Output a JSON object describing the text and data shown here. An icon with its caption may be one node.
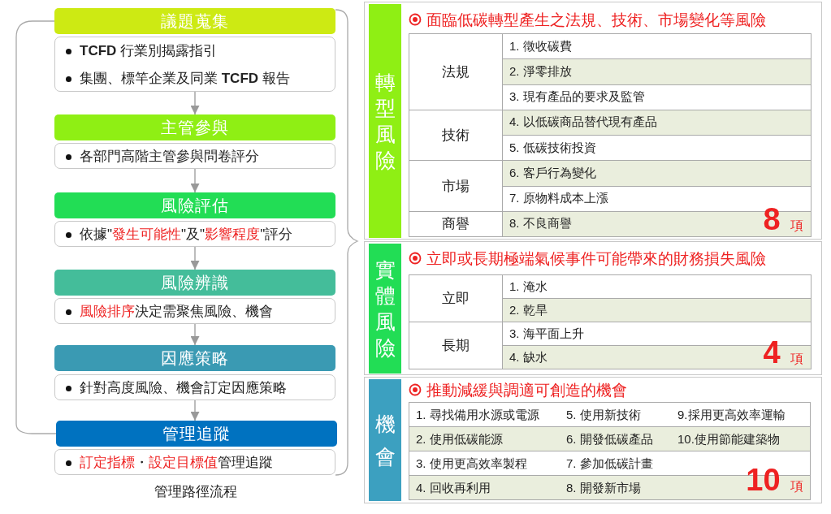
{
  "diagram": {
    "caption": "管理路徑流程",
    "nodes": [
      {
        "text": [
          "議題蒐集"
        ]
      },
      {
        "text": [
          "**TCFD** 行業別揭露指引",
          "集團、標竿企業及同業 **TCFD** 報告"
        ]
      },
      {
        "text": [
          "主管參與"
        ]
      },
      {
        "text": [
          "各部門高階主管參與問卷評分"
        ]
      },
      {
        "text": [
          "風險評估"
        ]
      },
      {
        "text": [
          "依據\"*發生可能性*\"及\"*影響程度*\"評分"
        ]
      },
      {
        "text": [
          "風險辨識"
        ]
      },
      {
        "text": [
          "風險排序",
          "決定需聚焦風險、機會"
        ]
      },
      {
        "text": [
          "因應策略"
        ]
      },
      {
        "text": [
          "針對高度風險、機會訂定因應策略"
        ]
      },
      {
        "text": [
          "管理追蹤"
        ]
      },
      {
        "text": [
          "*訂定指標*・*設定目標值*",
          "管理追蹤"
        ]
      },
      {
        "text": [
          "轉型風險",
          "面臨低碳轉型產生之法規、技術、市場變化等風險",
          "**8** 項"
        ]
      },
      {
        "text": [
          "實體風險",
          "立即或長期極端氣候事件可能帶來的財務損失風險",
          "**4** 項"
        ]
      },
      {
        "text": [
          "機會",
          "推動減緩與調適可創造的機會",
          "**10** 項"
        ]
      }
    ],
    "edges": [
      {
        "from": 1,
        "to": 2,
        "arrow": "to"
      },
      {
        "from": 3,
        "to": 4,
        "arrow": "to"
      },
      {
        "from": 5,
        "to": 6,
        "arrow": "to"
      },
      {
        "from": 7,
        "to": 8,
        "arrow": "to"
      },
      {
        "from": 9,
        "to": 10,
        "arrow": "to"
      },
      {
        "from": 10,
        "to": 0,
        "arrow": "none"
      }
    ],
    "labels": [
      "法規",
      "1. 徵收碳費",
      "2. 淨零排放",
      "3. 現有產品的要求及監管",
      "技術",
      "4. 以低碳商品替代現有產品",
      "5. 低碳技術投資",
      "市場",
      "6. 客戶行為變化",
      "7. 原物料成本上漲",
      "商譽",
      "8. 不良商譽",
      "立即",
      "1. 淹水",
      "2. 乾旱",
      "長期",
      "3. 海平面上升",
      "4. 缺水",
      "1. 尋找備用水源或電源",
      "5. 使用新技術",
      "9.採用更高效率運輸",
      "2. 使用低碳能源",
      "6. 開發低碳產品",
      "10.使用節能建築物",
      "3. 使用更高效率製程",
      "7. 參加低碳計畫",
      "4. 回收再利用",
      "8. 開發新市場"
    ]
  }
}
